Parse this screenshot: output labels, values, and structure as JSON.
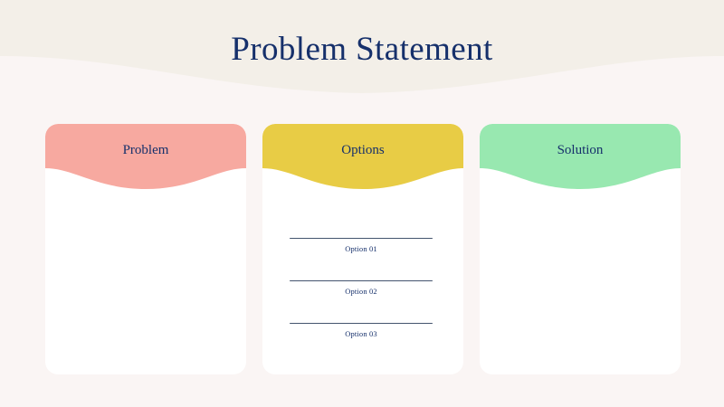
{
  "slide": {
    "title": "Problem Statement",
    "background": {
      "band_color": "#F3EFE8",
      "base_color": "#FAF5F4"
    },
    "title_color": "#16306B"
  },
  "cards": [
    {
      "id": "problem",
      "title": "Problem",
      "header_color": "#F7A9A0",
      "body_color": "#FFFFFF",
      "items": []
    },
    {
      "id": "options",
      "title": "Options",
      "header_color": "#E8CC45",
      "body_color": "#FFFFFF",
      "items": [
        {
          "label": "Option 01"
        },
        {
          "label": "Option 02"
        },
        {
          "label": "Option 03"
        }
      ]
    },
    {
      "id": "solution",
      "title": "Solution",
      "header_color": "#98E8B0",
      "body_color": "#FFFFFF",
      "items": []
    }
  ]
}
